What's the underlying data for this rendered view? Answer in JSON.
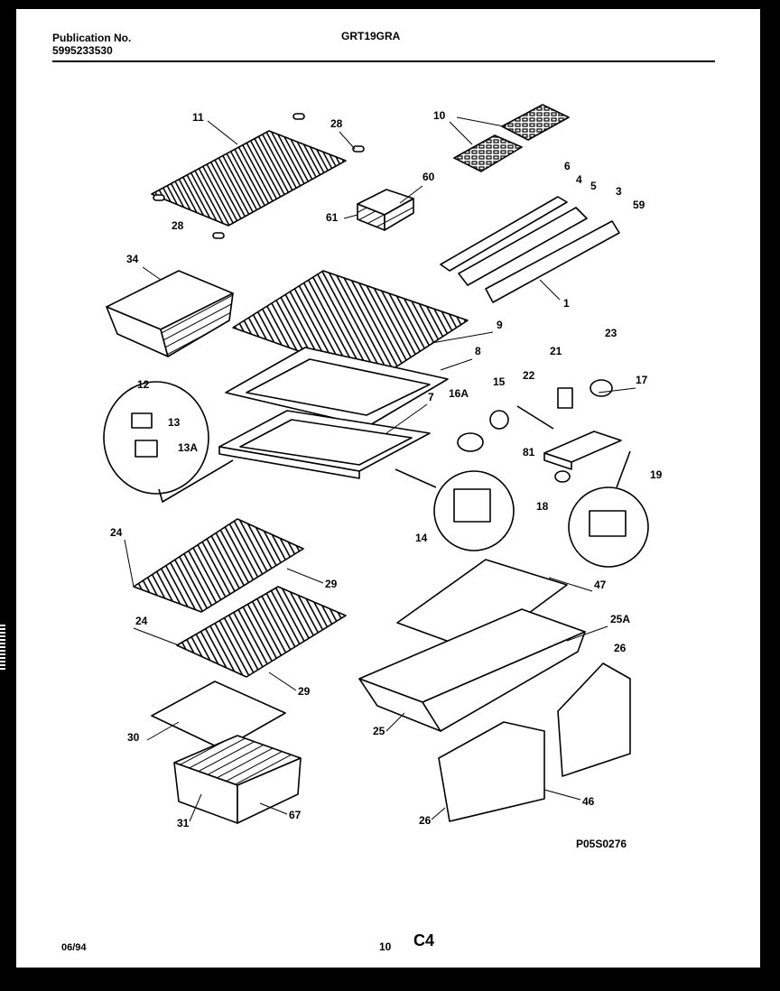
{
  "header": {
    "publication_label": "Publication No.",
    "publication_number": "5995233530",
    "model": "GRT19GRA"
  },
  "parts": [
    {
      "id": "p11",
      "text": "11"
    },
    {
      "id": "p28a",
      "text": "28"
    },
    {
      "id": "p28b",
      "text": "28"
    },
    {
      "id": "p10",
      "text": "10"
    },
    {
      "id": "p6",
      "text": "6"
    },
    {
      "id": "p4",
      "text": "4"
    },
    {
      "id": "p5",
      "text": "5"
    },
    {
      "id": "p3",
      "text": "3"
    },
    {
      "id": "p59",
      "text": "59"
    },
    {
      "id": "p60",
      "text": "60"
    },
    {
      "id": "p61",
      "text": "61"
    },
    {
      "id": "p34",
      "text": "34"
    },
    {
      "id": "p1",
      "text": "1"
    },
    {
      "id": "p9",
      "text": "9"
    },
    {
      "id": "p8",
      "text": "8"
    },
    {
      "id": "p7",
      "text": "7"
    },
    {
      "id": "p12",
      "text": "12"
    },
    {
      "id": "p13",
      "text": "13"
    },
    {
      "id": "p13A",
      "text": "13A"
    },
    {
      "id": "p16A",
      "text": "16A"
    },
    {
      "id": "p15",
      "text": "15"
    },
    {
      "id": "p22",
      "text": "22"
    },
    {
      "id": "p21",
      "text": "21"
    },
    {
      "id": "p23",
      "text": "23"
    },
    {
      "id": "p17",
      "text": "17"
    },
    {
      "id": "p81",
      "text": "81"
    },
    {
      "id": "p18",
      "text": "18"
    },
    {
      "id": "p19",
      "text": "19"
    },
    {
      "id": "p14",
      "text": "14"
    },
    {
      "id": "p24a",
      "text": "24"
    },
    {
      "id": "p29a",
      "text": "29"
    },
    {
      "id": "p24b",
      "text": "24"
    },
    {
      "id": "p29b",
      "text": "29"
    },
    {
      "id": "p47",
      "text": "47"
    },
    {
      "id": "p25A",
      "text": "25A"
    },
    {
      "id": "p26a",
      "text": "26"
    },
    {
      "id": "p25",
      "text": "25"
    },
    {
      "id": "p30",
      "text": "30"
    },
    {
      "id": "p31",
      "text": "31"
    },
    {
      "id": "p67",
      "text": "67"
    },
    {
      "id": "p46",
      "text": "46"
    },
    {
      "id": "p26b",
      "text": "26"
    }
  ],
  "figure_code": "P05S0276",
  "footer": {
    "date": "06/94",
    "page": "10",
    "section": "C4"
  }
}
